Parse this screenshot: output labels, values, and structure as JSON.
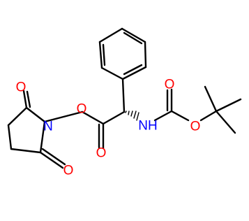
{
  "diagram": {
    "atoms": {
      "n_imide": "N",
      "o_ester_link": "O",
      "o_ester_carbonyl": "O",
      "nh": "NH",
      "o_boc_carbonyl": "O",
      "o_boc_ether": "O",
      "o_imide_top": "O",
      "o_imide_bottom": "O"
    },
    "colors": {
      "oxygen": "#ff0000",
      "nitrogen": "#0000ff",
      "carbon_bond": "#000000"
    }
  }
}
